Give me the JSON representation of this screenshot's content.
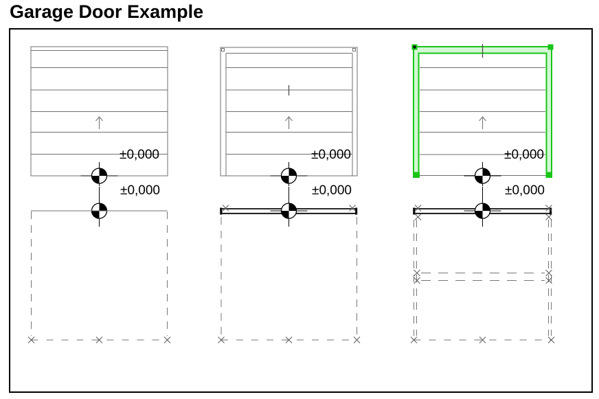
{
  "page": {
    "title": "Garage Door Example"
  },
  "colors": {
    "selection_green": "#17c517",
    "selection_fill": "#d4f7d4",
    "line_gray": "#6f6f6f",
    "dash_gray": "#757575",
    "annotation_black": "#000000"
  },
  "figures": [
    {
      "name": "garage-door-simple",
      "upper_level": "±0,000",
      "lower_level": "±0,000"
    },
    {
      "name": "garage-door-framed",
      "upper_level": "±0,000",
      "lower_level": "±0,000"
    },
    {
      "name": "garage-door-selected",
      "upper_level": "±0,000",
      "lower_level": "±0,000"
    }
  ],
  "icons": {
    "level_marker": "datum-level-marker-icon",
    "swing_arrow": "up-arrow-icon",
    "corner_marker": "x-mark-icon",
    "selection_handle": "selection-handle"
  }
}
